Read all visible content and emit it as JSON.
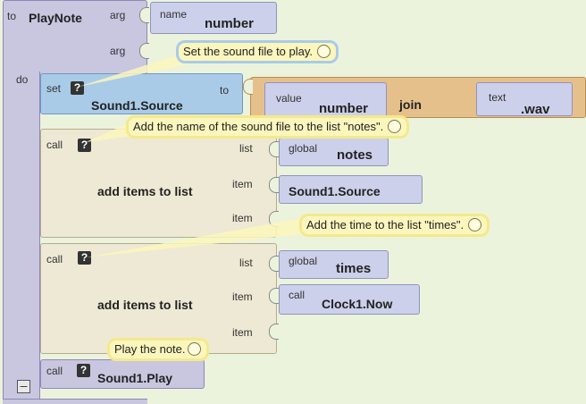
{
  "procedure": {
    "to_label": "to",
    "name": "PlayNote",
    "arg_label": "arg",
    "arg_name_label": "name",
    "arg_name_value": "number",
    "do_label": "do"
  },
  "set_block": {
    "set_label": "set",
    "target": "Sound1.Source",
    "to_label": "to",
    "value_label": "value",
    "value_name": "number",
    "join_label": "join",
    "text_label": "text",
    "text_value": ".wav"
  },
  "add_notes": {
    "call_label": "call",
    "title": "add items to list",
    "list_label": "list",
    "item_label": "item",
    "global_label": "global",
    "global_name": "notes",
    "item_value": "Sound1.Source"
  },
  "add_times": {
    "call_label": "call",
    "title": "add items to list",
    "list_label": "list",
    "item_label": "item",
    "global_label": "global",
    "global_name": "times",
    "item_call_label": "call",
    "item_value": "Clock1.Now"
  },
  "play_block": {
    "call_label": "call",
    "title": "Sound1.Play"
  },
  "comments": {
    "set_sound": "Set the sound file to play.",
    "add_notes": "Add the name of the sound file to the list \"notes\".",
    "add_times": "Add the time to the list \"times\".",
    "play": "Play the note."
  },
  "question_mark": "?",
  "collapse_symbol": "–"
}
